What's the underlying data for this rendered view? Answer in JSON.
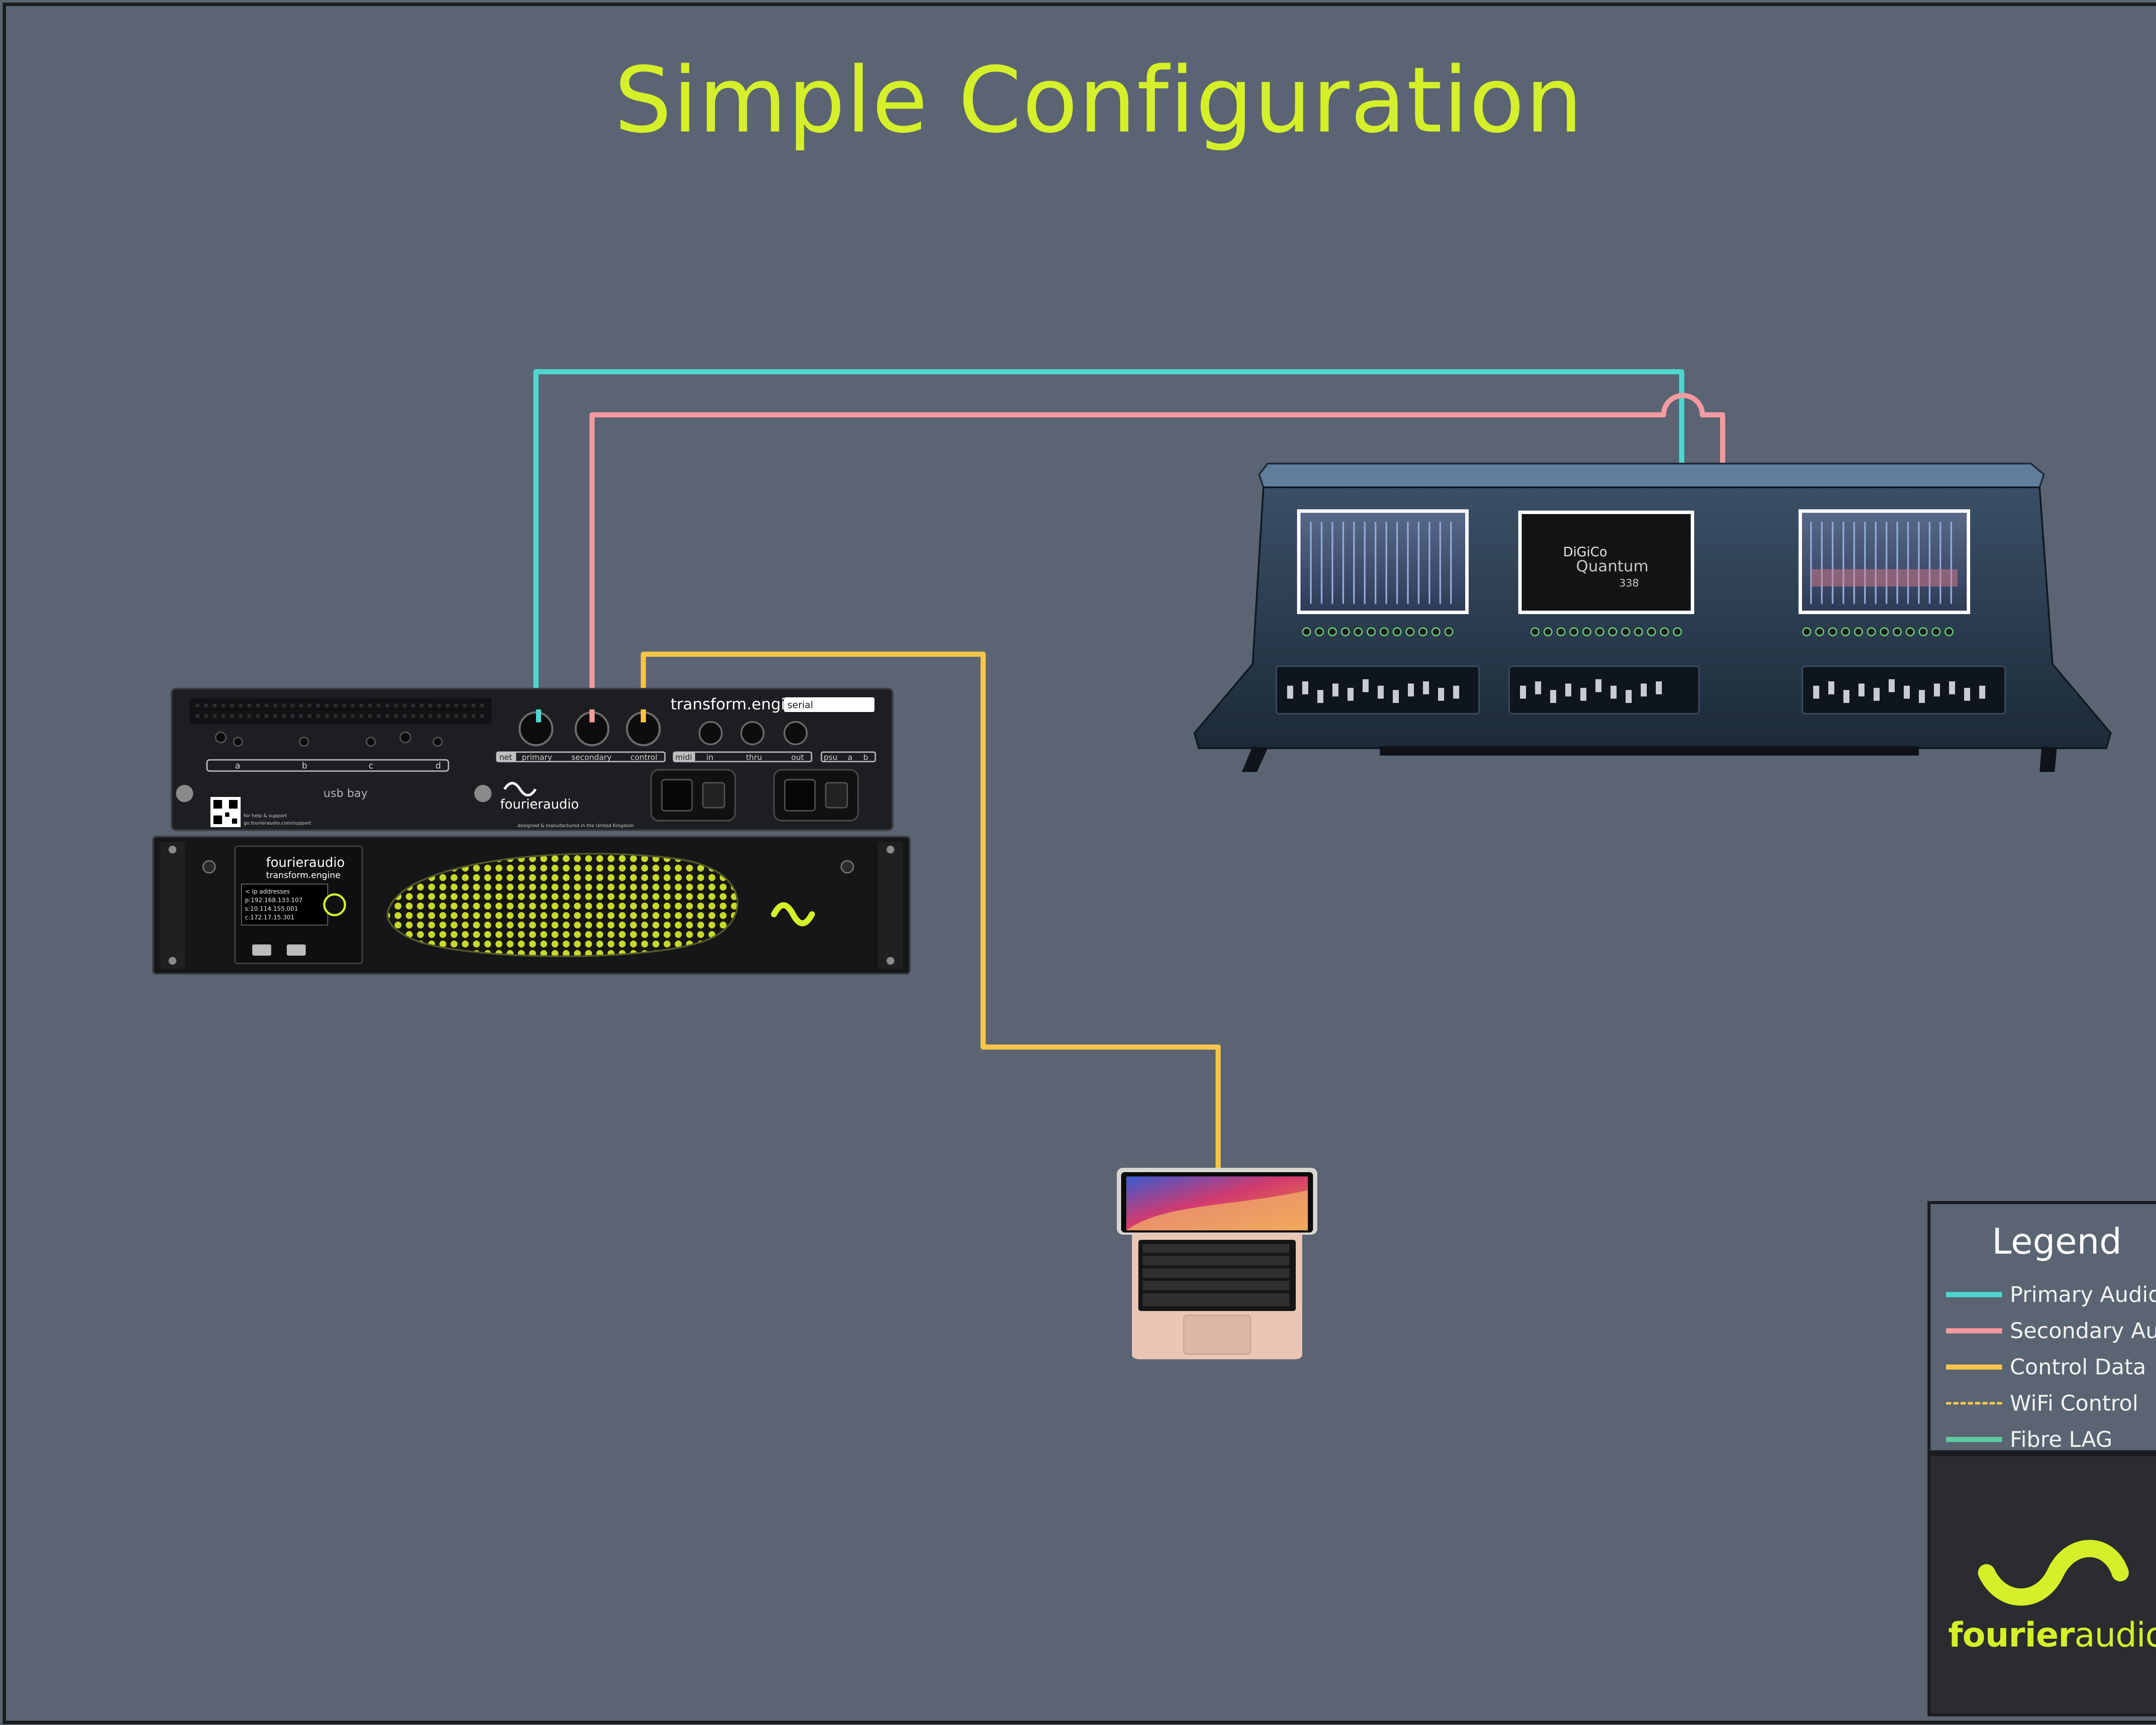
{
  "title": "Simple Configuration",
  "colors": {
    "background": "#5a6472",
    "accent": "#d5f02a",
    "primary_audio": "#4fd6cf",
    "secondary_audio": "#f29aa0",
    "control_data": "#f5c54a",
    "wifi_control": "#f5c54a",
    "fibre_lag": "#5fc9a0"
  },
  "devices": {
    "rack_rear": {
      "brand_text": "transform.engine",
      "serial_label": "serial",
      "usb_bay_label": "usb bay",
      "usb_port_labels": [
        "a",
        "b",
        "c",
        "d"
      ],
      "net_label": "net",
      "net_port_labels": [
        "primary",
        "secondary",
        "control"
      ],
      "midi_label": "midi",
      "midi_port_labels": [
        "in",
        "thru",
        "out"
      ],
      "psu_label": "psu",
      "psu_labels": [
        "a",
        "b"
      ],
      "maker": "fourieraudio",
      "support_text": "for help & support",
      "support_url": "go.fourieraudio.com/support",
      "made_in": "designed & manufactured in the United Kingdom"
    },
    "rack_front": {
      "brand": "fourieraudio",
      "product": "transform.engine",
      "screen_lines": [
        "< ip addresses",
        "p:192.168.133.107",
        "s:10.114.155.001",
        "c:172.17.15.301"
      ]
    },
    "console": {
      "brand": "DiGiCo",
      "model": "Quantum",
      "model_number": "338"
    },
    "laptop": {}
  },
  "legend": {
    "title": "Legend",
    "items": [
      {
        "label": "Primary Audio",
        "color": "#4fd6cf",
        "style": "solid"
      },
      {
        "label": "Secondary Audio",
        "color": "#f29aa0",
        "style": "solid"
      },
      {
        "label": "Control Data",
        "color": "#f5c54a",
        "style": "solid"
      },
      {
        "label": "WiFi Control",
        "color": "#f5c54a",
        "style": "dashed"
      },
      {
        "label": "Fibre LAG",
        "color": "#5fc9a0",
        "style": "solid"
      }
    ]
  },
  "logo": {
    "brand_bold": "fourier",
    "brand_regular": "audio"
  },
  "connections": [
    {
      "type": "Primary Audio",
      "from": "primary",
      "to": "DiGiCo"
    },
    {
      "type": "Secondary Audio",
      "from": "secondary",
      "to": "DiGiCo"
    },
    {
      "type": "Control Data",
      "from": "control",
      "to": "laptop"
    }
  ]
}
